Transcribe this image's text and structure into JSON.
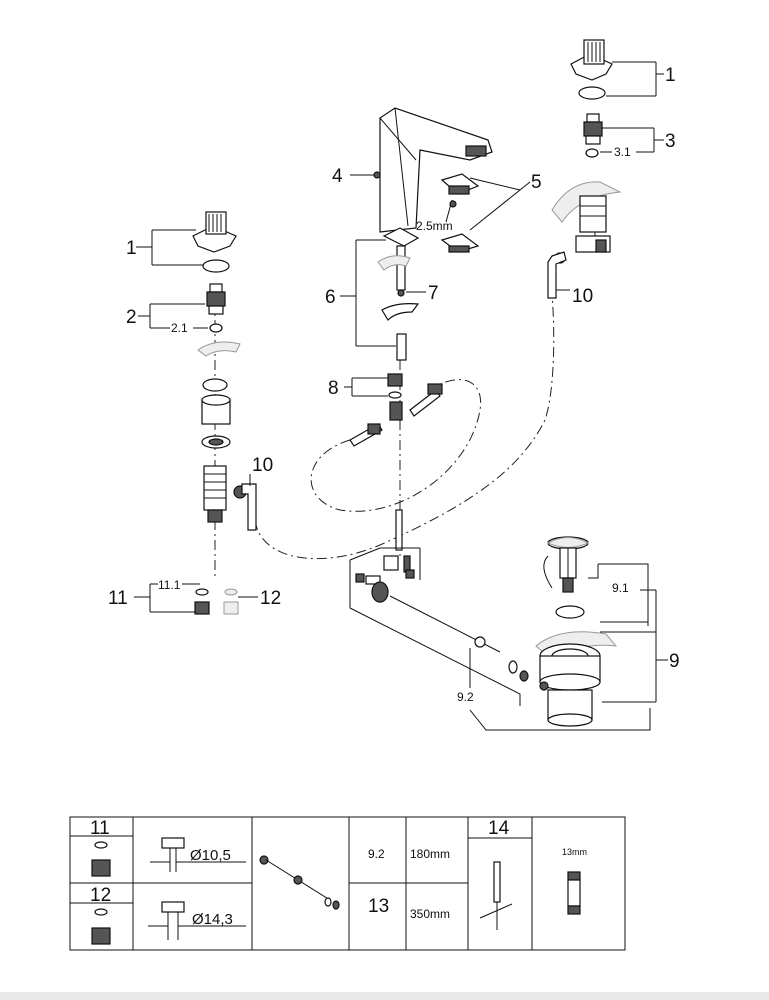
{
  "labels": {
    "p1_left": "1",
    "p2": "2",
    "p2_1": "2.1",
    "p10_left": "10",
    "p11": "11",
    "p11_1": "11.1",
    "p12": "12",
    "p4": "4",
    "p5": "5",
    "p5_tool": "2.5mm",
    "p6": "6",
    "p7": "7",
    "p8": "8",
    "p1_right": "1",
    "p3": "3",
    "p3_1": "3.1",
    "p10_right": "10",
    "p9": "9",
    "p9_1": "9.1",
    "p9_2": "9.2"
  },
  "table": {
    "col1_top": "11",
    "col1_bottom": "12",
    "dim_top": "Ø10,5",
    "dim_bottom": "Ø14,3",
    "kit_top_no": "9.2",
    "kit_top_len": "180mm",
    "kit_bottom_no": "13",
    "kit_bottom_len": "350mm",
    "tool_no": "14",
    "tool_size": "13mm"
  }
}
